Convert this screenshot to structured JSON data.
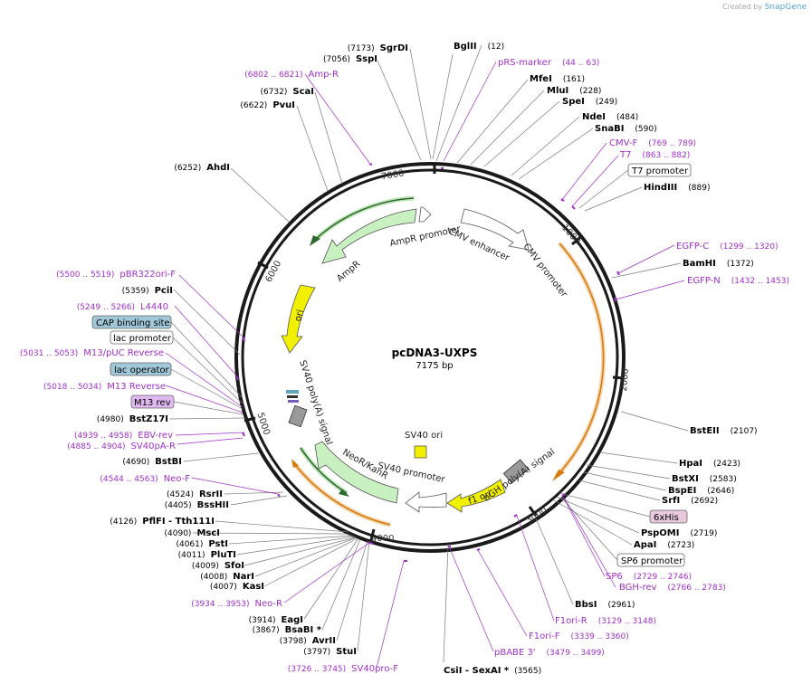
{
  "credit": {
    "prefix": "Created by",
    "brand": "SnapGene"
  },
  "plasmid": {
    "name": "pcDNA3-UXPS",
    "length_label": "7175 bp",
    "length": 7175
  },
  "tick_labels": [
    "1000",
    "2000",
    "3000",
    "4000",
    "5000",
    "6000",
    "7000"
  ],
  "colors": {
    "enzyme": "#000000",
    "primer": "#a030c8",
    "feature_fill": "#ffffff",
    "ampr_fill": "#c8f0c0",
    "ori_fill": "#f0f000",
    "lac_fill": "#a0c8d8",
    "his_fill": "#e8c8dc",
    "m13rev_fill": "#e0b8f0",
    "orf_orange": "#e69a2e",
    "orf_green": "#3a8a3a"
  },
  "enzymes_right": [
    {
      "name": "BglII",
      "pos": "(12)"
    },
    {
      "name": "MfeI",
      "pos": "(161)"
    },
    {
      "name": "MluI",
      "pos": "(228)"
    },
    {
      "name": "SpeI",
      "pos": "(249)"
    },
    {
      "name": "NdeI",
      "pos": "(484)"
    },
    {
      "name": "SnaBI",
      "pos": "(590)"
    },
    {
      "name": "HindIII",
      "pos": "(889)"
    },
    {
      "name": "BamHI",
      "pos": "(1372)"
    },
    {
      "name": "BstEII",
      "pos": "(2107)"
    },
    {
      "name": "HpaI",
      "pos": "(2423)"
    },
    {
      "name": "BstXI",
      "pos": "(2583)"
    },
    {
      "name": "BspEI",
      "pos": "(2646)"
    },
    {
      "name": "SrfI",
      "pos": "(2692)"
    },
    {
      "name": "PspOMI",
      "pos": "(2719)"
    },
    {
      "name": "ApaI",
      "pos": "(2723)"
    },
    {
      "name": "BbsI",
      "pos": "(2961)"
    }
  ],
  "enzymes_left": [
    {
      "name": "SgrDI",
      "pos": "(7173)"
    },
    {
      "name": "SspI",
      "pos": "(7056)"
    },
    {
      "name": "ScaI",
      "pos": "(6732)"
    },
    {
      "name": "PvuI",
      "pos": "(6622)"
    },
    {
      "name": "AhdI",
      "pos": "(6252)"
    },
    {
      "name": "PciI",
      "pos": "(5359)"
    },
    {
      "name": "BstZ17I",
      "pos": "(4980)"
    },
    {
      "name": "BstBI",
      "pos": "(4690)"
    },
    {
      "name": "RsrII",
      "pos": "(4524)"
    },
    {
      "name": "BssHII",
      "pos": "(4405)"
    },
    {
      "name": "PflFI  - Tth111I",
      "pos": "(4126)"
    },
    {
      "name": "MscI",
      "pos": "(4090)"
    },
    {
      "name": "PstI",
      "pos": "(4061)"
    },
    {
      "name": "PluTI",
      "pos": "(4011)"
    },
    {
      "name": "SfoI",
      "pos": "(4009)"
    },
    {
      "name": "NarI",
      "pos": "(4008)"
    },
    {
      "name": "KasI",
      "pos": "(4007)"
    },
    {
      "name": "EagI",
      "pos": "(3914)"
    },
    {
      "name": "BsaBI *",
      "pos": "(3867)"
    },
    {
      "name": "AvrII",
      "pos": "(3798)"
    },
    {
      "name": "StuI",
      "pos": "(3797)"
    }
  ],
  "enzyme_bottom": {
    "name": "CsiI  - SexAI *",
    "pos": "(3565)"
  },
  "primers_right": [
    {
      "name": "pRS-marker",
      "pos": "(44 .. 63)"
    },
    {
      "name": "CMV-F",
      "pos": "(769 .. 789)"
    },
    {
      "name": "T7",
      "pos": "(863 .. 882)"
    },
    {
      "name": "EGFP-C",
      "pos": "(1299 .. 1320)"
    },
    {
      "name": "EGFP-N",
      "pos": "(1432 .. 1453)"
    },
    {
      "name": "SP6",
      "pos": "(2729 .. 2746)"
    },
    {
      "name": "BGH-rev",
      "pos": "(2766 .. 2783)"
    },
    {
      "name": "F1ori-R",
      "pos": "(3129 .. 3148)"
    },
    {
      "name": "F1ori-F",
      "pos": "(3339 .. 3360)"
    },
    {
      "name": "pBABE 3'",
      "pos": "(3479 .. 3499)"
    }
  ],
  "primers_left": [
    {
      "name": "Amp-R",
      "pos": "(6802 .. 6821)"
    },
    {
      "name": "pBR322ori-F",
      "pos": "(5500 .. 5519)"
    },
    {
      "name": "L4440",
      "pos": "(5249 .. 5266)"
    },
    {
      "name": "M13/pUC Reverse",
      "pos": "(5031 .. 5053)"
    },
    {
      "name": "M13 Reverse",
      "pos": "(5018 .. 5034)"
    },
    {
      "name": "EBV-rev",
      "pos": "(4939 .. 4958)"
    },
    {
      "name": "SV40pA-R",
      "pos": "(4885 .. 4904)"
    },
    {
      "name": "Neo-F",
      "pos": "(4544 .. 4563)"
    },
    {
      "name": "Neo-R",
      "pos": "(3934 .. 3953)"
    },
    {
      "name": "SV40pro-F",
      "pos": "(3726 .. 3745)"
    }
  ],
  "boxed_labels": [
    {
      "name": "T7 promoter"
    },
    {
      "name": "6xHis"
    },
    {
      "name": "SP6 promoter"
    },
    {
      "name": "CAP binding site"
    },
    {
      "name": "lac promoter"
    },
    {
      "name": "lac operator"
    },
    {
      "name": "M13 rev"
    }
  ],
  "features": [
    {
      "name": "AmpR promoter"
    },
    {
      "name": "AmpR"
    },
    {
      "name": "CMV enhancer"
    },
    {
      "name": "CMV promoter"
    },
    {
      "name": "ori"
    },
    {
      "name": "SV40 poly(A) signal"
    },
    {
      "name": "SV40 ori"
    },
    {
      "name": "NeoR/KanR"
    },
    {
      "name": "SV40 promoter"
    },
    {
      "name": "bGH poly(A) signal"
    },
    {
      "name": "f1 ori"
    }
  ]
}
